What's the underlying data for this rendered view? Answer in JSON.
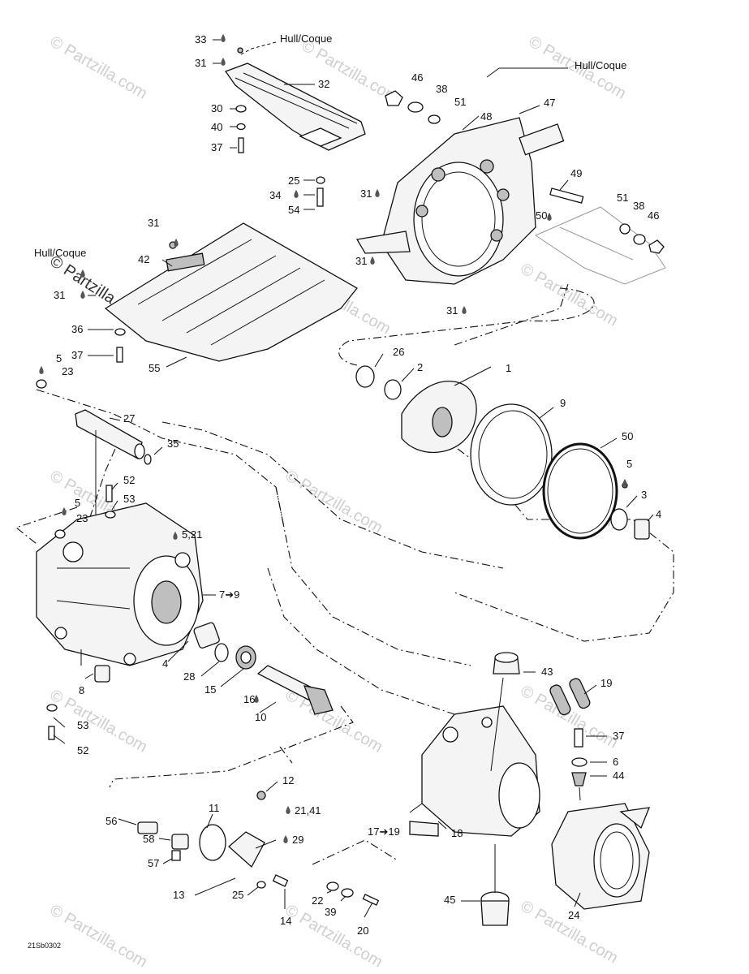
{
  "watermark": {
    "main": "© Partzilla.com",
    "repeat": "© Partzilla.com"
  },
  "drawing_code": "21Sb0302",
  "hull_labels": {
    "a": "Hull/Coque",
    "b": "Hull/Coque",
    "c": "Hull/Coque"
  },
  "callouts": {
    "c33": "33",
    "c31a": "31",
    "c32": "32",
    "c30": "30",
    "c40": "40",
    "c37a": "37",
    "c25a": "25",
    "c34": "34",
    "c54": "54",
    "c46a": "46",
    "c38a": "38",
    "c51a": "51",
    "c48": "48",
    "c47": "47",
    "c31b": "31",
    "c49": "49",
    "c50a": "50",
    "c51b": "51",
    "c38b": "38",
    "c46b": "46",
    "c31c": "31",
    "c31d": "31",
    "c31e": "31",
    "c42": "42",
    "c31f": "31",
    "c36": "36",
    "c37b": "37",
    "c55": "55",
    "c5a": "5",
    "c23a": "23",
    "c26": "26",
    "c2": "2",
    "c1": "1",
    "c9": "9",
    "c50b": "50",
    "c5b": "5",
    "c3": "3",
    "c4a": "4",
    "c27": "27",
    "c35": "35",
    "c52a": "52",
    "c53a": "53",
    "c5c": "5",
    "c23b": "23",
    "c5_21": "5,21",
    "c7_9": "7➔9",
    "c4b": "4",
    "c28": "28",
    "c15": "15",
    "c16": "16",
    "c10": "10",
    "c8": "8",
    "c53b": "53",
    "c52b": "52",
    "c43": "43",
    "c19": "19",
    "c37c": "37",
    "c6": "6",
    "c44": "44",
    "c12": "12",
    "c21_41": "21,41",
    "c11": "11",
    "c56": "56",
    "c58": "58",
    "c57": "57",
    "c29": "29",
    "c13": "13",
    "c25b": "25",
    "c14": "14",
    "c17_19": "17➔19",
    "c18": "18",
    "c22": "22",
    "c39": "39",
    "c20": "20",
    "c45": "45",
    "c24": "24"
  }
}
